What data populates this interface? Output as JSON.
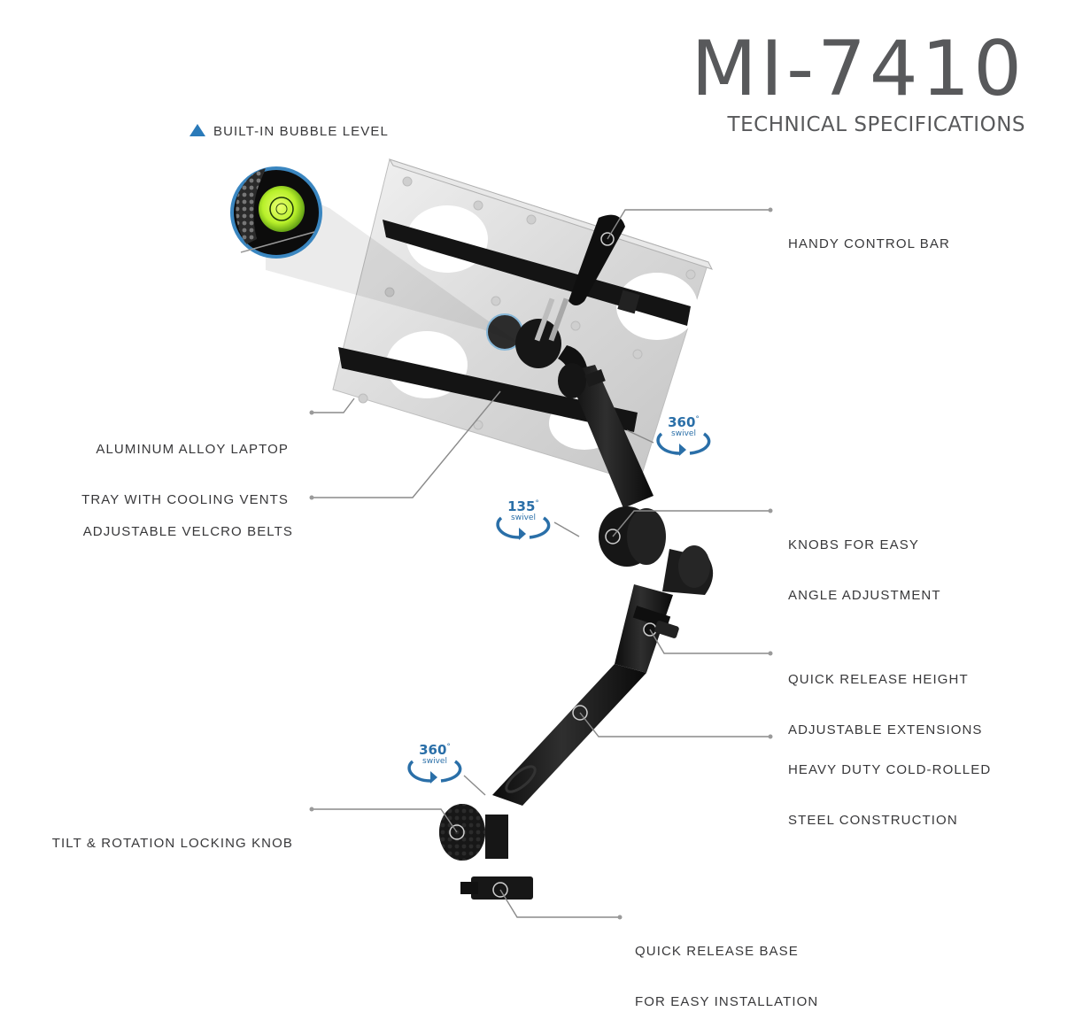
{
  "header": {
    "model": "MI-7410",
    "subtitle": "TECHNICAL SPECIFICATIONS"
  },
  "bubble_level": {
    "label": "BUILT-IN BUBBLE LEVEL",
    "marker_icon": "triangle-icon",
    "accent_color": "#2a7ab9"
  },
  "callouts": [
    {
      "id": "control-bar",
      "side": "right",
      "lines": [
        "HANDY CONTROL BAR"
      ]
    },
    {
      "id": "laptop-tray",
      "side": "left",
      "lines": [
        "ALUMINUM ALLOY LAPTOP",
        "TRAY WITH COOLING VENTS"
      ]
    },
    {
      "id": "velcro-belts",
      "side": "left",
      "lines": [
        "ADJUSTABLE VELCRO BELTS"
      ]
    },
    {
      "id": "angle-knobs",
      "side": "right",
      "lines": [
        "KNOBS FOR EASY",
        "ANGLE ADJUSTMENT"
      ]
    },
    {
      "id": "height-extensions",
      "side": "right",
      "lines": [
        "QUICK RELEASE HEIGHT",
        "ADJUSTABLE EXTENSIONS"
      ]
    },
    {
      "id": "steel-construction",
      "side": "right",
      "lines": [
        "HEAVY DUTY COLD-ROLLED",
        "STEEL CONSTRUCTION"
      ]
    },
    {
      "id": "locking-knob",
      "side": "left",
      "lines": [
        "TILT & ROTATION LOCKING KNOB"
      ]
    },
    {
      "id": "release-base",
      "side": "right",
      "lines": [
        "QUICK RELEASE BASE",
        "FOR EASY INSTALLATION"
      ]
    }
  ],
  "swivel_badges": [
    {
      "id": "tray-swivel",
      "degrees": "360",
      "unit": "°",
      "text": "swivel"
    },
    {
      "id": "elbow-swivel",
      "degrees": "135",
      "unit": "°",
      "text": "swivel"
    },
    {
      "id": "base-swivel",
      "degrees": "360",
      "unit": "°",
      "text": "swivel"
    }
  ],
  "colors": {
    "text": "#38383a",
    "title": "#58595b",
    "swivel_blue": "#2a6fa8",
    "leader_line": "#8a8a8a",
    "bubble_green": "#b8f02a"
  }
}
